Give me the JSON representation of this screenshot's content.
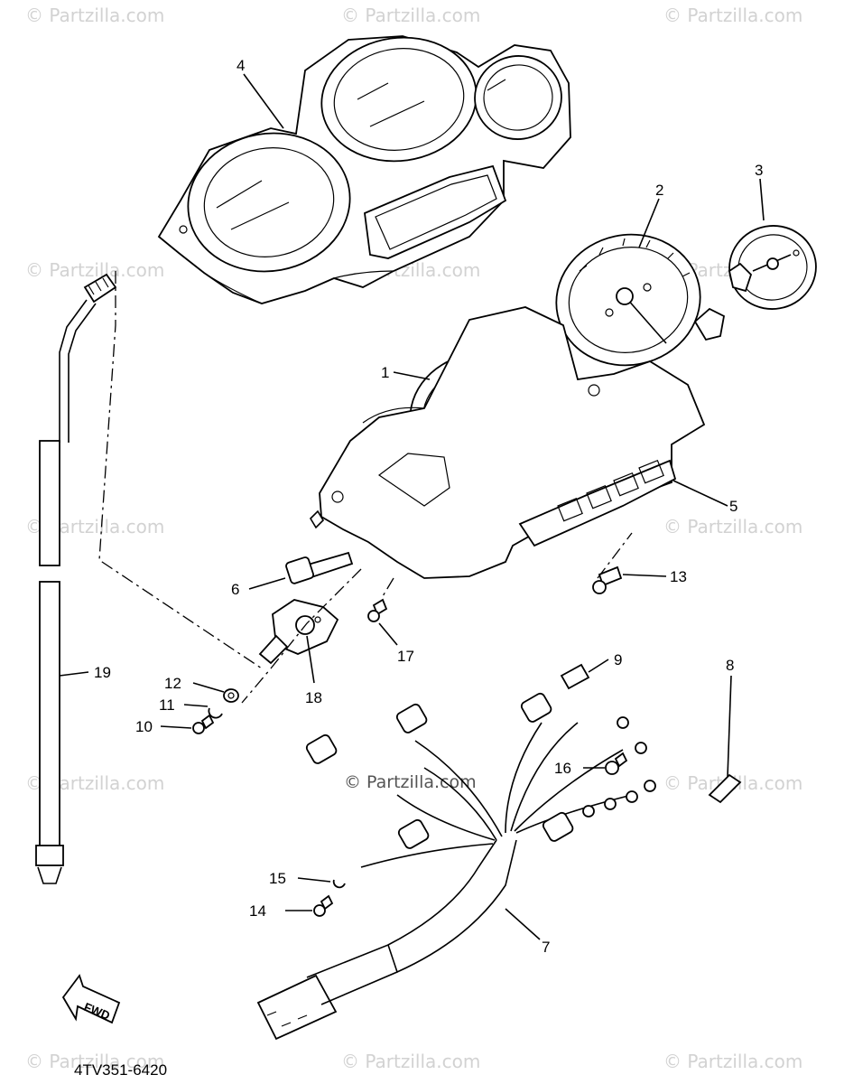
{
  "diagram": {
    "code": "4TV351-6420",
    "watermark": "© Partzilla.com",
    "fwd_label": "FWD",
    "callouts": [
      {
        "id": "callout-1",
        "label": "1"
      },
      {
        "id": "callout-2",
        "label": "2"
      },
      {
        "id": "callout-3",
        "label": "3"
      },
      {
        "id": "callout-4",
        "label": "4"
      },
      {
        "id": "callout-5",
        "label": "5"
      },
      {
        "id": "callout-6",
        "label": "6"
      },
      {
        "id": "callout-7",
        "label": "7"
      },
      {
        "id": "callout-8",
        "label": "8"
      },
      {
        "id": "callout-9",
        "label": "9"
      },
      {
        "id": "callout-10",
        "label": "10"
      },
      {
        "id": "callout-11",
        "label": "11"
      },
      {
        "id": "callout-12",
        "label": "12"
      },
      {
        "id": "callout-13",
        "label": "13"
      },
      {
        "id": "callout-14",
        "label": "14"
      },
      {
        "id": "callout-15",
        "label": "15"
      },
      {
        "id": "callout-16",
        "label": "16"
      },
      {
        "id": "callout-17",
        "label": "17"
      },
      {
        "id": "callout-18",
        "label": "18"
      },
      {
        "id": "callout-19",
        "label": "19"
      }
    ]
  }
}
